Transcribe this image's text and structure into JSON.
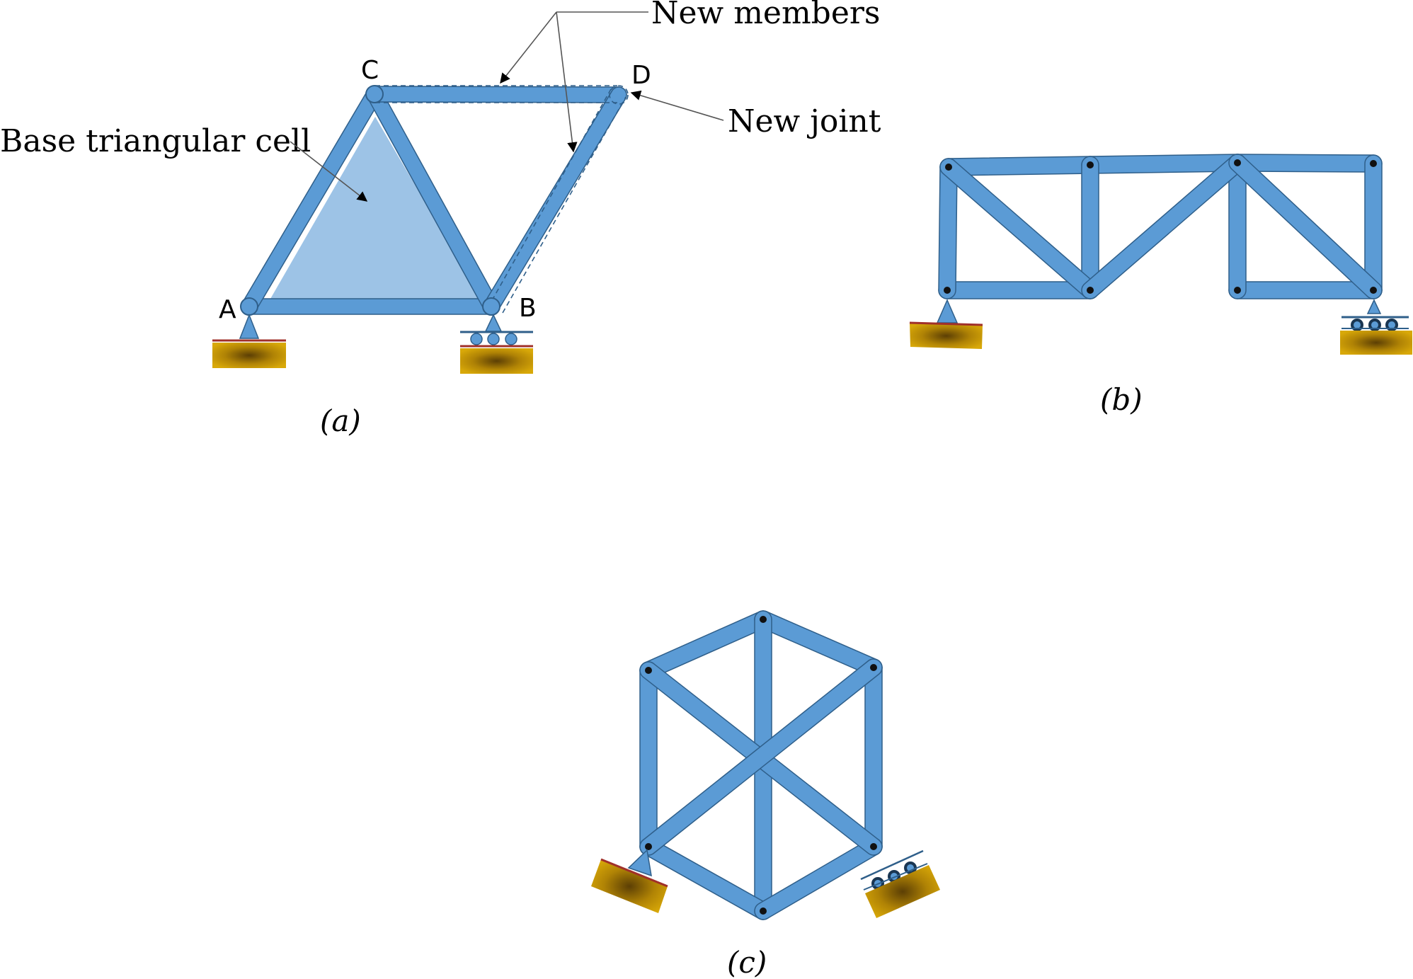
{
  "colors": {
    "member": "#5b9bd5",
    "member_edge": "#2f5f8a",
    "cell_fill": "#9dc3e6",
    "ground": "#c99a06",
    "ground_dark": "#7a5a05",
    "pin": "#111111",
    "ground_line": "#a0302a"
  },
  "figure_a": {
    "caption": "(a)",
    "joints": {
      "a": "A",
      "b": "B",
      "c": "C",
      "d": "D"
    },
    "annotations": {
      "new_members": "New members",
      "new_joint": "New joint",
      "base_cell": "Base triangular cell"
    }
  },
  "figure_b": {
    "caption": "(b)"
  },
  "figure_c": {
    "caption": "(c)"
  },
  "icons": {
    "pin_support": "triangle-pin-support-icon",
    "roller_support": "roller-support-icon"
  }
}
